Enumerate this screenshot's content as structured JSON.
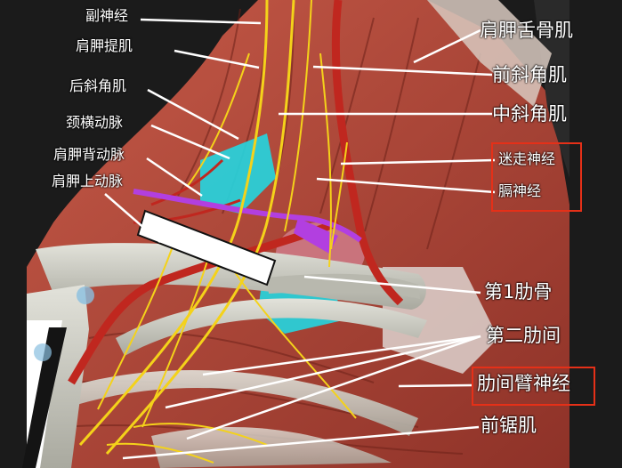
{
  "labels": {
    "left": [
      "副神经",
      "肩胛提肌",
      "后斜角肌",
      "颈横动脉",
      "肩胛背动脉",
      "肩胛上动脉"
    ],
    "right": [
      "肩胛舌骨肌",
      "前斜角肌",
      "中斜角肌",
      "迷走神经",
      "膈神经",
      "第1肋骨",
      "第二肋间",
      "肋间臂神经",
      "前锯肌"
    ]
  },
  "highlighted": [
    "迷走神经",
    "膈神经",
    "肋间臂神经"
  ],
  "colors": {
    "highlight_box": "#e53018",
    "muscle": "#b14a3c",
    "bone": "#cfcfc6",
    "nerve": "#f4d21a",
    "artery": "#c0271f",
    "vein_purple": "#b23fe0",
    "cyan_region": "#23d6e0",
    "background": "#1b1b1b"
  }
}
